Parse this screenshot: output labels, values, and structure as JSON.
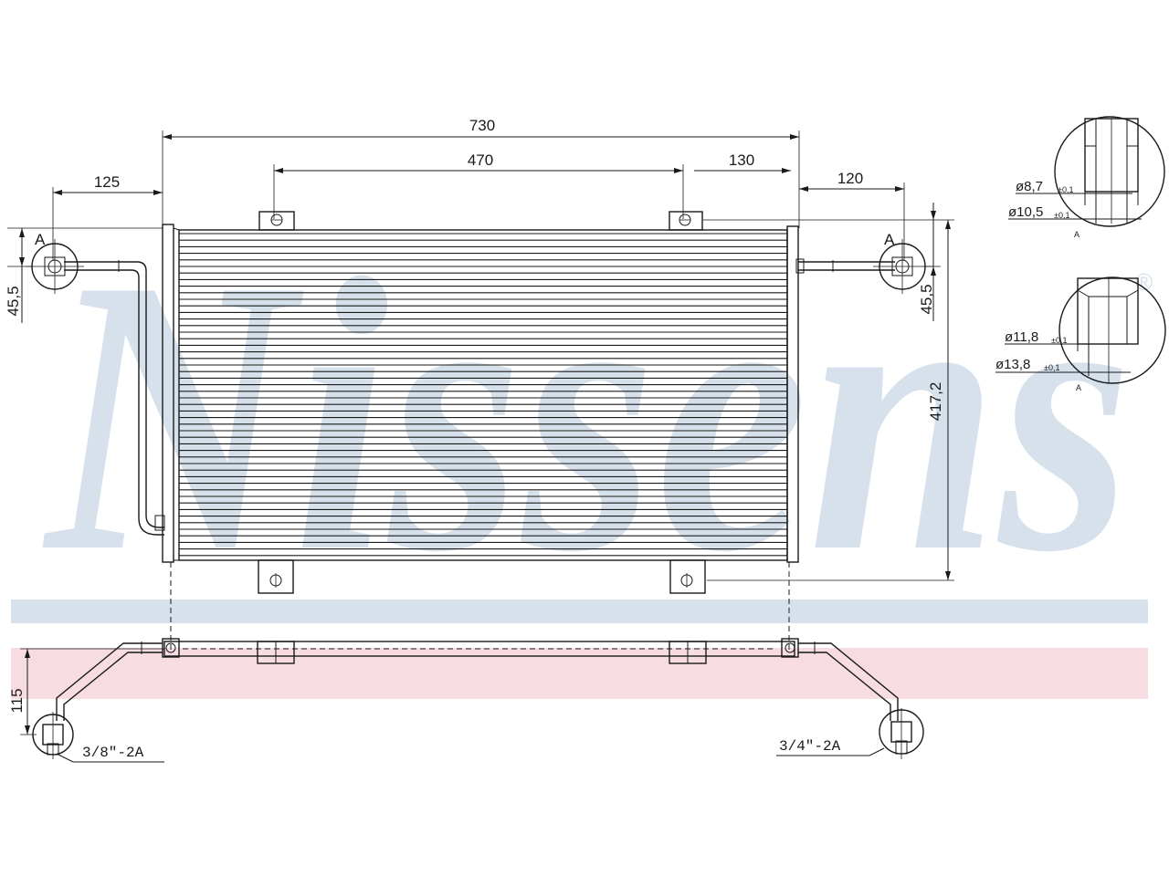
{
  "brand": {
    "logo_text": "Nissens",
    "logo_color": "#d6e1ec",
    "band_blue": "#d6e1ec",
    "band_pink": "#f7dde2",
    "registered_mark": "®"
  },
  "dimensions": {
    "overall_width": "730",
    "bracket_spacing": "470",
    "right_offset": "130",
    "left_pipe_offset": "125",
    "right_pipe_offset": "120",
    "left_port_height": "45,5",
    "right_port_height": "45,5",
    "core_height": "417,2",
    "bottom_drop": "115"
  },
  "ports": {
    "view_label_left": "A",
    "view_label_right": "A",
    "thread_left": "3/8\"-2A",
    "thread_right": "3/4\"-2A",
    "detail_top": {
      "inner_diameter": "ø8,7",
      "inner_tolerance": "±0,1",
      "outer_diameter": "ø10,5",
      "outer_tolerance": "±0,1",
      "marker": "A"
    },
    "detail_bottom": {
      "inner_diameter": "ø11,8",
      "inner_tolerance": "±0,1",
      "outer_diameter": "ø13,8",
      "outer_tolerance": "±0,1",
      "marker": "A"
    }
  }
}
